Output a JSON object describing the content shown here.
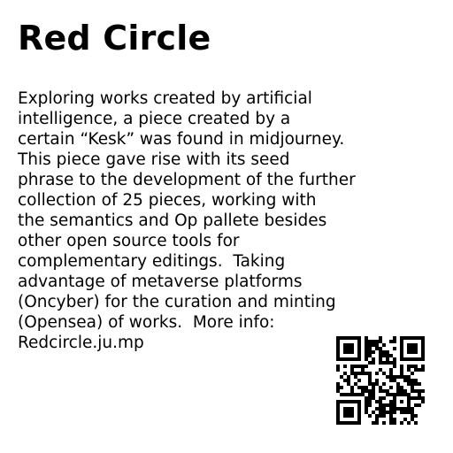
{
  "document": {
    "title": "Red Circle",
    "body_lines": [
      "Exploring works created by artificial",
      "intelligence, a piece created by a",
      "certain “Kesk” was found in midjourney.",
      "This piece gave rise with its seed",
      "phrase to the development of the further",
      "collection of 25 pieces, working with",
      "the semantics and Op pallete besides",
      "other open source tools for",
      "complementary editings.  Taking",
      "advantage of metaverse platforms",
      "(Oncyber) for the curation and minting",
      "(Opensea) of works.  More info:",
      "Redcircle.ju.mp"
    ],
    "qr_code": {
      "icon": "qr-code-icon",
      "color": "#000000"
    }
  }
}
